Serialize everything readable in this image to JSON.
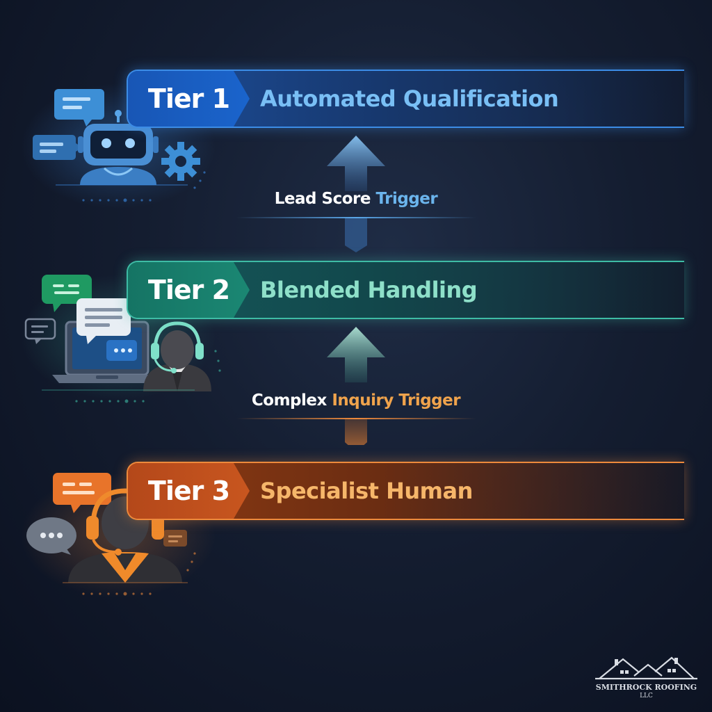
{
  "tiers": [
    {
      "label": "Tier 1",
      "name": "Automated Qualification",
      "color": "#3c8ce6"
    },
    {
      "label": "Tier 2",
      "name": "Blended Handling",
      "color": "#3ebca5"
    },
    {
      "label": "Tier 3",
      "name": "Specialist Human",
      "color": "#ee8a3c"
    }
  ],
  "triggers": [
    {
      "lead": "Lead Score ",
      "accent": "Trigger"
    },
    {
      "lead": "Complex ",
      "accent": "Inquiry Trigger"
    }
  ],
  "icons": [
    "robot-icon",
    "chat-bubble-icon",
    "gear-icon",
    "laptop-icon",
    "headset-agent-icon",
    "specialist-agent-icon",
    "house-logo-icon"
  ],
  "logo": {
    "name": "SMITHROCK ROOFING",
    "sub": "LLC"
  }
}
